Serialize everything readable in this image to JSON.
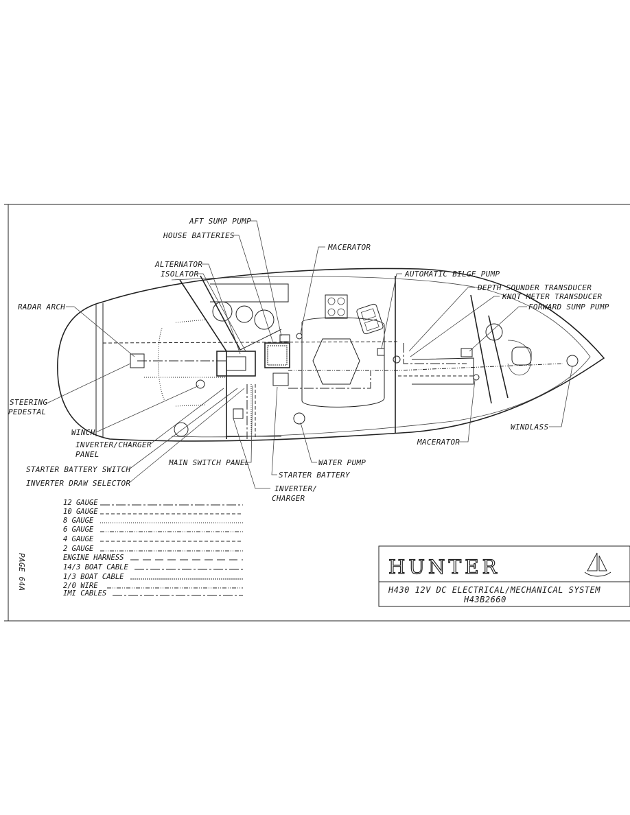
{
  "labels": {
    "aft_sump_pump": "AFT SUMP PUMP",
    "house_batteries": "HOUSE BATTERIES",
    "macerator_top": "MACERATOR",
    "alternator": "ALTERNATOR",
    "isolator": "ISOLATOR",
    "automatic_bilge_pump": "AUTOMATIC BILGE PUMP",
    "depth_sounder_transducer": "DEPTH SOUNDER TRANSDUCER",
    "knot_meter_transducer": "KNOT METER TRANSDUCER",
    "forward_sump_pump": "FORWARD SUMP PUMP",
    "radar_arch": "RADAR ARCH",
    "steering_pedestal_1": "STEERING",
    "steering_pedestal_2": "PEDESTAL",
    "winch": "WINCH",
    "inverter_charger_panel_1": "INVERTER/CHARGER",
    "inverter_charger_panel_2": "PANEL",
    "starter_battery_switch": "STARTER BATTERY SWITCH",
    "inverter_draw_selector": "INVERTER DRAW SELECTOR",
    "main_switch_panel": "MAIN SWITCH PANEL",
    "water_pump": "WATER PUMP",
    "starter_battery": "STARTER  BATTERY",
    "inverter_charger_1": "INVERTER/",
    "inverter_charger_2": "CHARGER",
    "macerator_bottom": "MACERATOR",
    "windlass": "WINDLASS"
  },
  "legend": [
    {
      "label": "12 GAUGE",
      "style": "dash1"
    },
    {
      "label": "10 GAUGE",
      "style": "dash2"
    },
    {
      "label": "8 GAUGE",
      "style": "dot"
    },
    {
      "label": "6 GAUGE",
      "style": "dd"
    },
    {
      "label": "4 GAUGE",
      "style": "dash2"
    },
    {
      "label": "2 GAUGE",
      "style": "dd"
    },
    {
      "label": "ENGINE HARNESS",
      "style": "long"
    },
    {
      "label": "14/3 BOAT CABLE",
      "style": "dash1"
    },
    {
      "label": "1/3 BOAT CABLE",
      "style": "dbl"
    },
    {
      "label": "2/0 WIRE",
      "style": "dd"
    },
    {
      "label": "IMI CABLES",
      "style": "dash1"
    }
  ],
  "title_block": {
    "brand": "HUNTER",
    "title_line1": "H430 12V DC ELECTRICAL/MECHANICAL SYSTEM",
    "title_line2": "H43B2660"
  },
  "page_label": "PAGE 64A"
}
